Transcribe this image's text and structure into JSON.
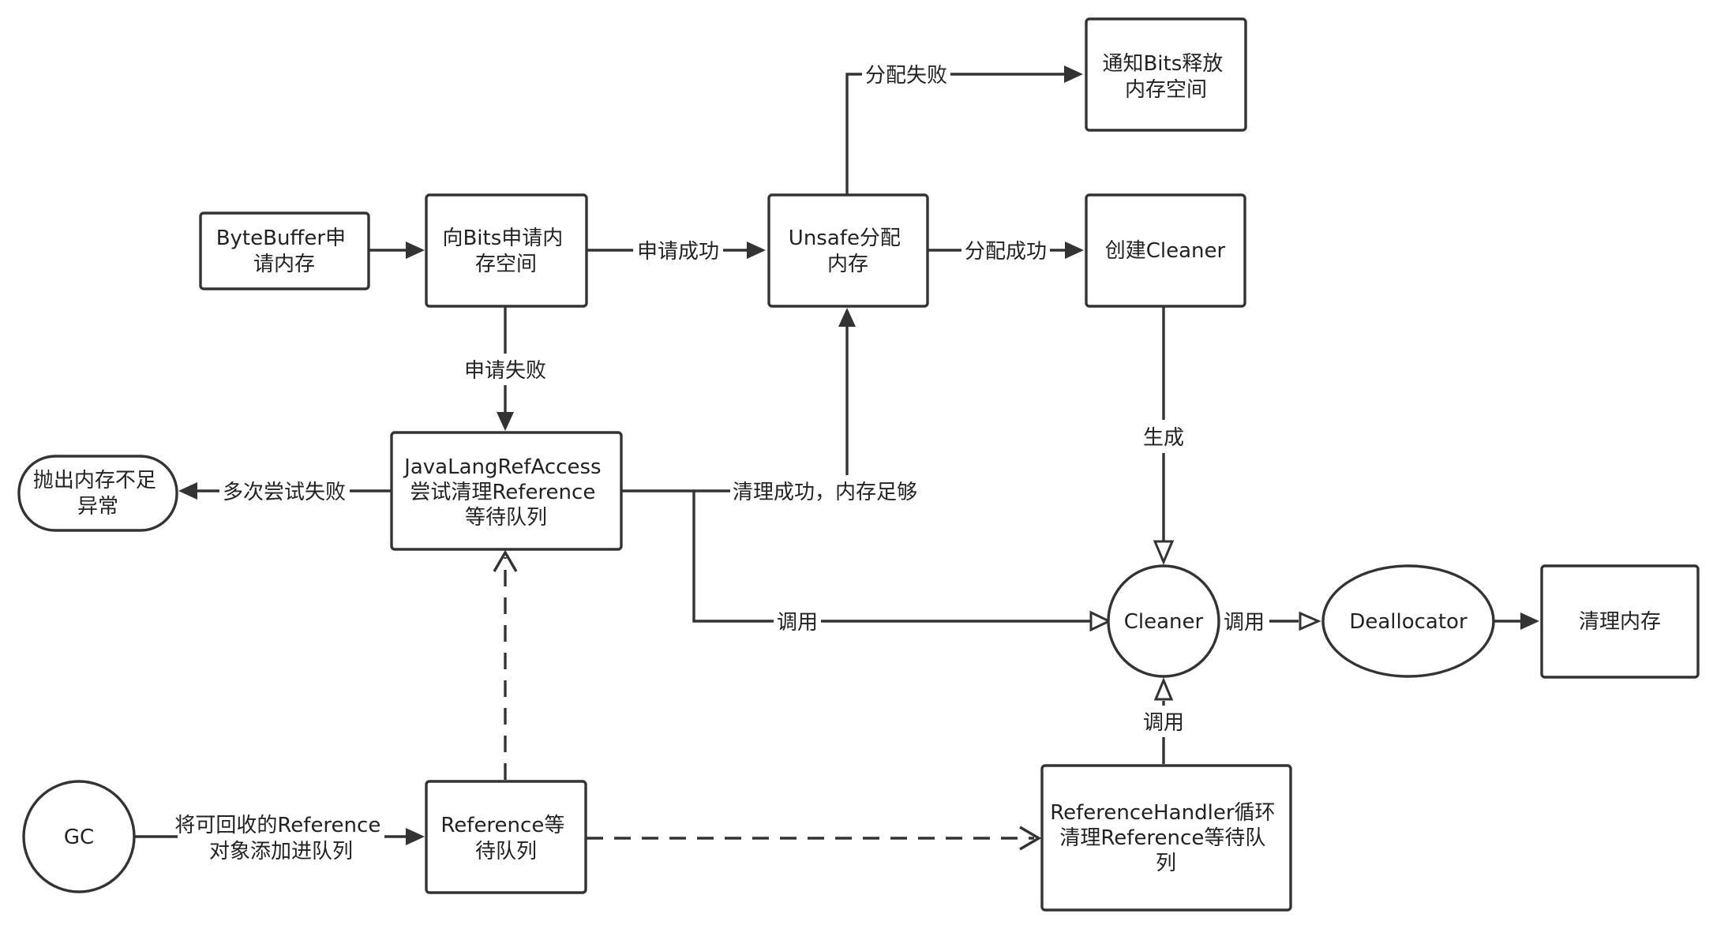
{
  "diagram": {
    "nodes": {
      "bytebuffer": [
        "ByteBuffer申",
        "请内存"
      ],
      "apply_bits": [
        "向Bits申请内",
        "存空间"
      ],
      "unsafe": [
        "Unsafe分配",
        "内存"
      ],
      "notify_bits": [
        "通知Bits释放",
        "内存空间"
      ],
      "create_cleaner": [
        "创建Cleaner"
      ],
      "oom": [
        "抛出内存不足",
        "异常"
      ],
      "jlra": [
        "JavaLangRefAccess",
        "尝试清理Reference",
        "等待队列"
      ],
      "cleaner": [
        "Cleaner"
      ],
      "deallocator": [
        "Deallocator"
      ],
      "free_memory": [
        "清理内存"
      ],
      "gc": [
        "GC"
      ],
      "ref_queue": [
        "Reference等",
        "待队列"
      ],
      "ref_handler": [
        "ReferenceHandler循环",
        "清理Reference等待队",
        "列"
      ]
    },
    "edge_labels": {
      "apply_success": "申请成功",
      "alloc_fail": "分配失败",
      "alloc_success": "分配成功",
      "apply_fail": "申请失败",
      "retry_fail": "多次尝试失败",
      "clean_ok": "清理成功，内存足够",
      "generate": "生成",
      "invoke_jlra_cleaner": "调用",
      "invoke_cleaner_dealloc": "调用",
      "invoke_handler_cleaner": "调用",
      "gc_enqueue": [
        "将可回收的Reference",
        "对象添加进队列"
      ]
    }
  }
}
